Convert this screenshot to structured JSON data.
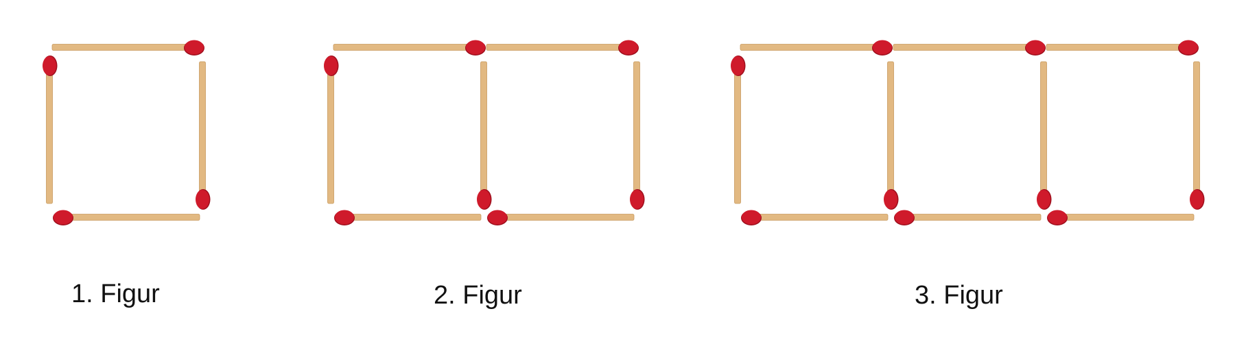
{
  "figures": [
    {
      "label": "1. Figur",
      "squares": 1,
      "matchsticks": 4
    },
    {
      "label": "2. Figur",
      "squares": 2,
      "matchsticks": 7
    },
    {
      "label": "3. Figur",
      "squares": 3,
      "matchsticks": 10
    }
  ],
  "colors": {
    "stick": "#e2b982",
    "stick_edge": "#c99a5e",
    "head": "#cf1a2b",
    "head_shadow": "#9e0f1d",
    "label": "#111111"
  }
}
